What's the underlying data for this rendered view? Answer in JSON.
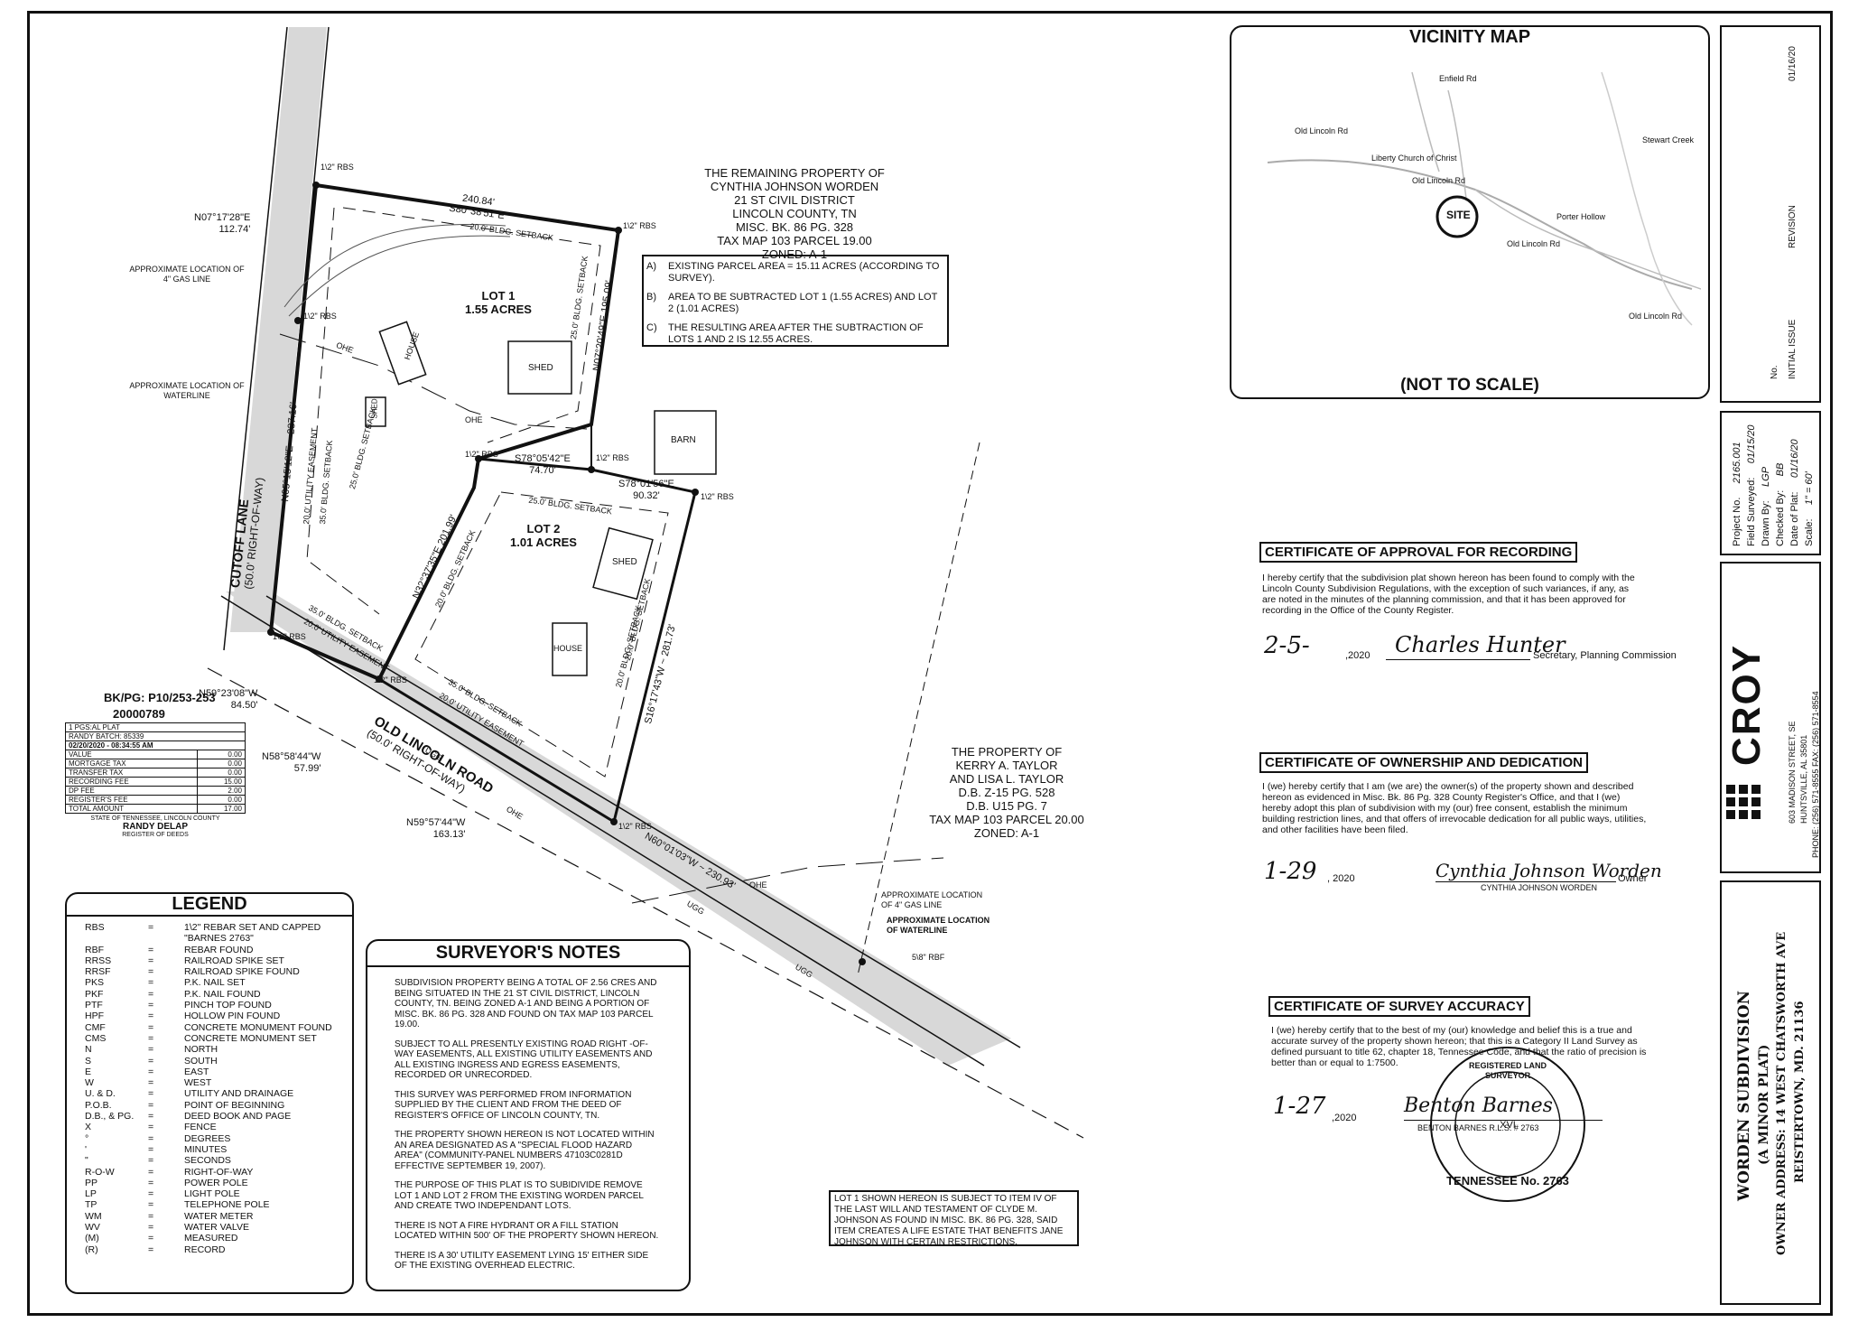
{
  "vicinity_map": {
    "title": "VICINITY MAP",
    "not_to_scale": "(NOT TO SCALE)",
    "site_label": "SITE",
    "roads": [
      "Old Lincoln Rd",
      "Enfield Rd",
      "Liberty Church of Christ",
      "Old Lincoln Rd",
      "Porter Hollow",
      "Old Lincoln Rd",
      "Stewart Creek",
      "Old Lincoln Rd"
    ]
  },
  "remaining_property": [
    "THE REMAINING PROPERTY OF",
    "CYNTHIA JOHNSON WORDEN",
    "21 ST CIVIL DISTRICT",
    "LINCOLN COUNTY, TN",
    "MISC. BK. 86 PG. 328",
    "TAX MAP 103 PARCEL 19.00",
    "ZONED: A-1"
  ],
  "area_box": [
    {
      "key": "A)",
      "text": "EXISTING PARCEL AREA = 15.11 ACRES (ACCORDING TO SURVEY)."
    },
    {
      "key": "B)",
      "text": "AREA TO BE SUBTRACTED LOT 1 (1.55 ACRES) AND LOT 2 (1.01 ACRES)"
    },
    {
      "key": "C)",
      "text": "THE RESULTING AREA AFTER THE SUBTRACTION OF LOTS 1 AND 2 IS 12.55 ACRES."
    }
  ],
  "taylor_property": [
    "THE PROPERTY OF",
    "KERRY A. TAYLOR",
    "AND LISA L. TAYLOR",
    "D.B. Z-15 PG. 528",
    "D.B. U15 PG. 7",
    "TAX MAP 103 PARCEL 20.00",
    "ZONED: A-1"
  ],
  "plat": {
    "lot1_label": "LOT 1",
    "lot1_area": "1.55 ACRES",
    "lot2_label": "LOT 2",
    "lot2_area": "1.01 ACRES",
    "road1": "CUTOFF LANE",
    "road1_row": "(50.0' RIGHT-OF-WAY)",
    "road2": "OLD LINCOLN ROAD",
    "road2_row": "(50.0' RIGHT-OF-WAY)",
    "buildings": [
      "HOUSE",
      "SHED",
      "SHED",
      "BARN",
      "SHED",
      "HOUSE"
    ],
    "calls": {
      "north": "240.84'",
      "north_bearing": "S80°38'51\"E",
      "west_a_bearing": "N07°17'28\"E",
      "west_a_dist": "112.74'",
      "west_b": "N05°15'12\"E ~ 237.16'",
      "east1_bearing": "N07°20'49\"E",
      "east1_dist": "195.09'",
      "mid1_bearing": "S78°05'42\"E",
      "mid1_dist": "74.70'",
      "mid2_bearing": "S78°01'56\"E",
      "mid2_dist": "90.32'",
      "lot2_west_bearing": "N32°37'35\"E",
      "lot2_west_dist": "201.99'",
      "east2": "S16°17'43\"W ~ 281.73'",
      "sw1_bearing": "N59°23'08\"W",
      "sw1_dist": "84.50'",
      "sw2_bearing": "N58°58'44\"W",
      "sw2_dist": "57.99'",
      "sw3_bearing": "N59°57'44\"W",
      "sw3_dist": "163.13'",
      "se": "N60°01'03\"W ~ 230.93'"
    },
    "rbs": "1\\2\" RBS",
    "rbf": "5\\8\" RBF",
    "setbacks": [
      "20.0' BLDG. SETBACK",
      "25.0' BLDG. SETBACK",
      "35.0' BLDG. SETBACK",
      "20.0' UTILITY EASEMENT",
      "25.0' BLDG. SETBACK",
      "25.0' BLDG. SETBACK",
      "20.0' BLDG. SETBACK",
      "35.0' BLDG. SETBACK",
      "20.0' UTILITY EASEMENT",
      "20.0' BLDG. SETBACK",
      "20.0' BLDG. SETBACK",
      "35.0' BLDG. SETBACK",
      "20.0' UTILITY EASEMENT"
    ],
    "gas_line": "APPROXIMATE LOCATION OF 4\" GAS LINE",
    "waterline": "APPROXIMATE LOCATION OF WATERLINE",
    "gas_line2": "APPROXIMATE LOCATION OF 4\" GAS LINE",
    "waterline2": "APPROXIMATE LOCATION OF WATERLINE",
    "ohe": "OHE",
    "ugg": "UGG"
  },
  "register": {
    "bkpg": "BK/PG: P10/253-253",
    "number": "20000789",
    "rows": [
      [
        "1 PGS:AL PLAT",
        ""
      ],
      [
        "RANDY BATCH: 85339",
        ""
      ],
      [
        "02/20/2020 - 08:34:55 AM",
        ""
      ],
      [
        "VALUE",
        "0.00"
      ],
      [
        "MORTGAGE TAX",
        "0.00"
      ],
      [
        "TRANSFER TAX",
        "0.00"
      ],
      [
        "RECORDING FEE",
        "15.00"
      ],
      [
        "DP FEE",
        "2.00"
      ],
      [
        "REGISTER'S FEE",
        "0.00"
      ],
      [
        "TOTAL AMOUNT",
        "17.00"
      ]
    ],
    "state": "STATE OF TENNESSEE, LINCOLN COUNTY",
    "name": "RANDY DELAP",
    "title": "REGISTER OF DEEDS"
  },
  "legend": {
    "title": "LEGEND",
    "items": [
      [
        "RBS",
        "1\\2\" REBAR SET AND CAPPED \"BARNES 2763\""
      ],
      [
        "RBF",
        "REBAR FOUND"
      ],
      [
        "RRSS",
        "RAILROAD SPIKE SET"
      ],
      [
        "RRSF",
        "RAILROAD SPIKE FOUND"
      ],
      [
        "PKS",
        "P.K. NAIL SET"
      ],
      [
        "PKF",
        "P.K. NAIL FOUND"
      ],
      [
        "PTF",
        "PINCH TOP FOUND"
      ],
      [
        "HPF",
        "HOLLOW PIN FOUND"
      ],
      [
        "CMF",
        "CONCRETE MONUMENT FOUND"
      ],
      [
        "CMS",
        "CONCRETE MONUMENT SET"
      ],
      [
        "N",
        "NORTH"
      ],
      [
        "S",
        "SOUTH"
      ],
      [
        "E",
        "EAST"
      ],
      [
        "W",
        "WEST"
      ],
      [
        "U. & D.",
        "UTILITY AND DRAINAGE"
      ],
      [
        "P.O.B.",
        "POINT OF BEGINNING"
      ],
      [
        "D.B., & PG.",
        "DEED BOOK AND PAGE"
      ],
      [
        "X",
        "FENCE"
      ],
      [
        "°",
        "DEGREES"
      ],
      [
        "'",
        "MINUTES"
      ],
      [
        "\"",
        "SECONDS"
      ],
      [
        "R-O-W",
        "RIGHT-OF-WAY"
      ],
      [
        "PP",
        "POWER POLE"
      ],
      [
        "LP",
        "LIGHT POLE"
      ],
      [
        "TP",
        "TELEPHONE POLE"
      ],
      [
        "WM",
        "WATER METER"
      ],
      [
        "WV",
        "WATER VALVE"
      ],
      [
        "(M)",
        "MEASURED"
      ],
      [
        "(R)",
        "RECORD"
      ]
    ]
  },
  "notes": {
    "title": "SURVEYOR'S NOTES",
    "items": [
      "SUBDIVISION PROPERTY BEING A TOTAL OF 2.56 CRES AND BEING SITUATED IN THE 21 ST CIVIL DISTRICT, LINCOLN COUNTY, TN. BEING ZONED A-1 AND BEING A PORTION OF MISC. BK. 86 PG. 328 AND FOUND ON TAX MAP 103 PARCEL 19.00.",
      "SUBJECT TO ALL PRESENTLY EXISTING ROAD RIGHT -OF-WAY EASEMENTS, ALL EXISTING UTILITY EASEMENTS AND ALL EXISTING INGRESS AND EGRESS EASEMENTS, RECORDED OR UNRECORDED.",
      "THIS SURVEY WAS PERFORMED FROM INFORMATION SUPPLIED BY THE CLIENT AND FROM THE DEED OF REGISTER'S OFFICE OF LINCOLN COUNTY, TN.",
      "THE PROPERTY SHOWN HEREON IS NOT LOCATED WITHIN AN AREA DESIGNATED AS A \"SPECIAL FLOOD HAZARD AREA\" (COMMUNITY-PANEL NUMBERS 47103C0281D EFFECTIVE SEPTEMBER 19, 2007).",
      "THE PURPOSE OF THIS PLAT IS TO SUBIDIVIDE REMOVE LOT 1 AND LOT 2 FROM THE EXISTING WORDEN PARCEL AND CREATE TWO INDEPENDANT LOTS.",
      "THERE IS NOT A FIRE HYDRANT OR A FILL STATION LOCATED WITHIN 500' OF THE PROPERTY SHOWN HEREON.",
      "THERE IS A 30' UTILITY EASEMENT LYING 15' EITHER SIDE OF THE EXISTING OVERHEAD ELECTRIC."
    ]
  },
  "lot_note": "LOT 1 SHOWN HEREON IS SUBJECT TO ITEM IV OF THE LAST WILL AND TESTAMENT OF CLYDE M. JOHNSON AS FOUND IN MISC. BK. 86 PG. 328, SAID ITEM CREATES A LIFE ESTATE THAT BENEFITS JANE JOHNSON WITH CERTAIN RESTRICTIONS.",
  "cert_approval": {
    "title": "CERTIFICATE OF APPROVAL FOR RECORDING",
    "text": "I hereby certify that the subdivision plat shown hereon has been found to comply with the Lincoln County Subdivision Regulations, with the exception of such variances, if any, as are noted in the minutes of the planning commission, and that it has been approved for recording in the Office of the County Register.",
    "date": "2-5-",
    "year": ",2020",
    "signature": "Charles Hunter",
    "role": "Secretary, Planning Commission"
  },
  "cert_ownership": {
    "title": "CERTIFICATE OF OWNERSHIP AND DEDICATION",
    "text": "I (we) hereby certify that I am (we are) the owner(s) of the property shown and described hereon as evidenced in Misc. Bk. 86 Pg. 328 County Register's Office, and that I (we) hereby adopt this plan of subdivision with my (our) free consent, establish the minimum building restriction lines, and that offers of irrevocable dedication for all public ways, utilities, and other facilities have been filed.",
    "date": "1-29",
    "year": ", 2020",
    "signature": "Cynthia Johnson Worden",
    "role": "Owner",
    "name": "CYNTHIA JOHNSON WORDEN"
  },
  "cert_survey": {
    "title": "CERTIFICATE OF SURVEY ACCURACY",
    "text": "I (we) hereby certify that to the best of my (our) knowledge and belief this is a true and accurate survey of the property shown hereon; that this is a Category II Land Survey as defined pursuant to title 62, chapter 18, Tennessee Code, and that the ratio of precision is better than or equal to 1:7500.",
    "date": "1-27",
    "year": ",2020",
    "signature": "Benton Barnes",
    "name": "BENTON BARNES R.L.S. # 2763",
    "seal_top": "REGISTERED LAND SURVEYOR",
    "seal_bottom": "TENNESSEE No. 2763",
    "seal_center": "XVI"
  },
  "revision": {
    "header": "REVISION",
    "no_header": "No.",
    "issue": "INITIAL ISSUE",
    "date": "01/16/20"
  },
  "project_info": [
    [
      "Project No.",
      "2165.001"
    ],
    [
      "Field Surveyed:",
      "01/15/20"
    ],
    [
      "Drawn By:",
      "LGP"
    ],
    [
      "Checked By:",
      "BB"
    ],
    [
      "Date of Plat:",
      "01/16/20"
    ],
    [
      "Scale:",
      "1\" = 60'"
    ]
  ],
  "company": {
    "name": "CROY",
    "address1": "603 MADISON STREET, SE",
    "address2": "HUNTSVILLE, AL 35801",
    "phone": "PHONE: (256) 571-8555    FAX: (256) 571-8554"
  },
  "title_block": {
    "title": "WORDEN SUBDIVISION",
    "subtitle": "(A MINOR PLAT)",
    "owner_address": "OWNER ADDRESS: 14 WEST CHATSWORTH AVE",
    "city": "REISTERTOWN, MD. 21136"
  }
}
